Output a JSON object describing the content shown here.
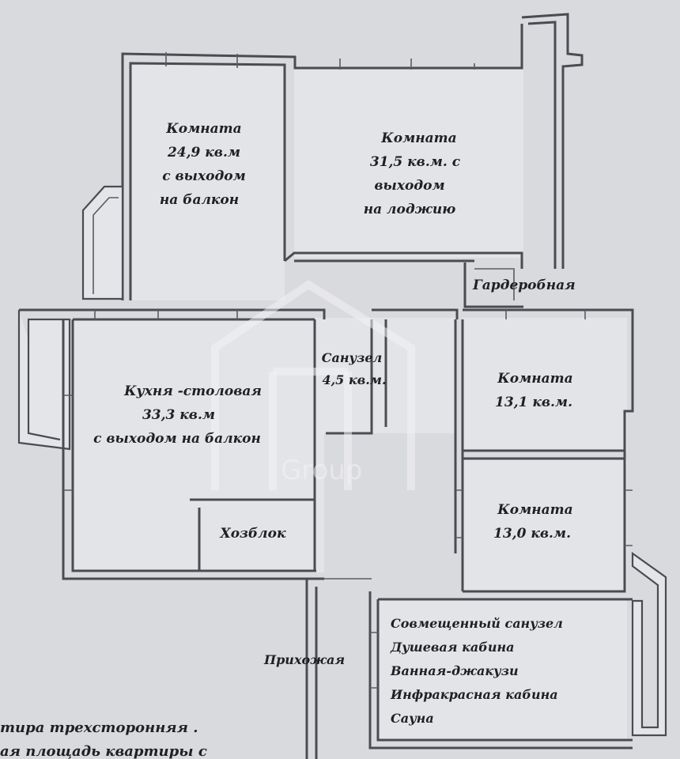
{
  "rooms": {
    "room1": {
      "line1": "Комната",
      "line2": "24,9 кв.м",
      "line3": "с выходом",
      "line4": "на балкон"
    },
    "room2": {
      "line1": "Комната",
      "line2": "31,5 кв.м. с",
      "line3": "выходом",
      "line4": "на лоджию"
    },
    "wardrobe": "Гардеробная",
    "bath_small": {
      "line1": "Санузел",
      "line2": "4,5 кв.м."
    },
    "room3": {
      "line1": "Комната",
      "line2": "13,1 кв.м."
    },
    "kitchen": {
      "line1": "Кухня -столовая",
      "line2": "33,3 кв.м",
      "line3": "с выходом на балкон"
    },
    "room4": {
      "line1": "Комната",
      "line2": "13,0 кв.м."
    },
    "storage": "Хозблок",
    "hall": "Прихожая",
    "bath_big": {
      "line1": "Совмещенный санузел",
      "line2": "Душевая кабина",
      "line3": "Ванная-джакузи",
      "line4": "Инфракрасная кабина",
      "line5": "Сауна"
    }
  },
  "note": {
    "line1": "тира трехсторонняя .",
    "line2": "ая площадь квартиры с"
  },
  "watermark": "Group",
  "colors": {
    "background": "#d9dadd",
    "walls": "#4a4c52",
    "text": "#1f2024"
  }
}
